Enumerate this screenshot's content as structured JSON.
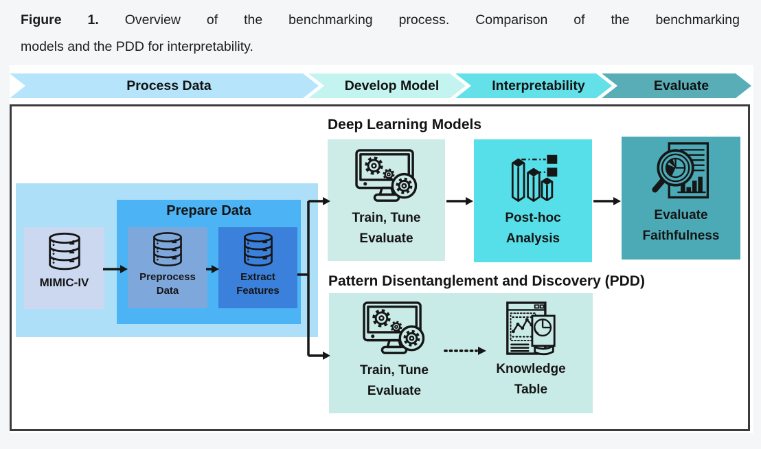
{
  "caption": {
    "label": "Figure 1.",
    "line1": "Overview of the benchmarking process. Comparison of the benchmarking",
    "line2": "models and the PDD for interpretability."
  },
  "banner": {
    "stages": [
      {
        "label": "Process Data",
        "color": "#b5e4fb"
      },
      {
        "label": "Develop Model",
        "color": "#c4f4ef"
      },
      {
        "label": "Interpretability",
        "color": "#64e0e9"
      },
      {
        "label": "Evaluate",
        "color": "#58adb6"
      }
    ]
  },
  "pipeline": {
    "source": {
      "label": "MIMIC-IV",
      "icon": "database-icon",
      "color": "#cbd8f0"
    },
    "prepare": {
      "title": "Prepare Data",
      "color": "#4cb4f4",
      "steps": [
        {
          "line1": "Preprocess",
          "line2": "Data",
          "icon": "database-icon",
          "color": "#7ea8dc"
        },
        {
          "line1": "Extract",
          "line2": "Features",
          "icon": "database-icon",
          "color": "#3b80da"
        }
      ]
    },
    "dl": {
      "heading": "Deep Learning Models",
      "boxes": [
        {
          "line1": "Train, Tune",
          "line2": "Evaluate",
          "icon": "computer-gears-icon",
          "color": "#cdebe7"
        },
        {
          "line1": "Post-hoc",
          "line2": "Analysis",
          "icon": "bar-chart-3d-icon",
          "color": "#57dfe9"
        },
        {
          "line1": "Evaluate",
          "line2": "Faithfulness",
          "icon": "magnifier-report-icon",
          "color": "#4caab6"
        }
      ]
    },
    "pdd": {
      "heading": "Pattern Disentanglement and Discovery (PDD)",
      "color": "#c9ebe7",
      "boxes": [
        {
          "line1": "Train, Tune",
          "line2": "Evaluate",
          "icon": "computer-gears-icon"
        },
        {
          "line1": "Knowledge",
          "line2": "Table",
          "icon": "knowledge-table-icon"
        }
      ]
    }
  },
  "colors": {
    "page_background": "#f5f6f7",
    "figure_background": "#ffffff",
    "frame_border": "#3b3b3b",
    "left_panel": "#addff8",
    "text": "#141414"
  }
}
